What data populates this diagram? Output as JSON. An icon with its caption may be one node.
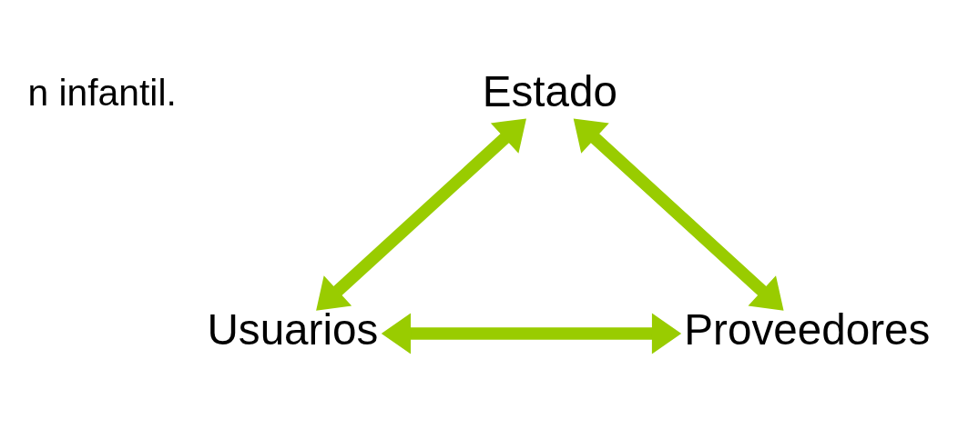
{
  "diagram": {
    "nodes": [
      {
        "text": [
          "Estado"
        ]
      },
      {
        "text": [
          "Usuarios"
        ]
      },
      {
        "text": [
          "Proveedores"
        ]
      }
    ],
    "edges": [
      {
        "from": 1,
        "to": 0,
        "arrow": "both"
      },
      {
        "from": 0,
        "to": 2,
        "arrow": "both"
      },
      {
        "from": 1,
        "to": 2,
        "arrow": "both"
      }
    ],
    "labels": [
      "n infantil."
    ]
  }
}
